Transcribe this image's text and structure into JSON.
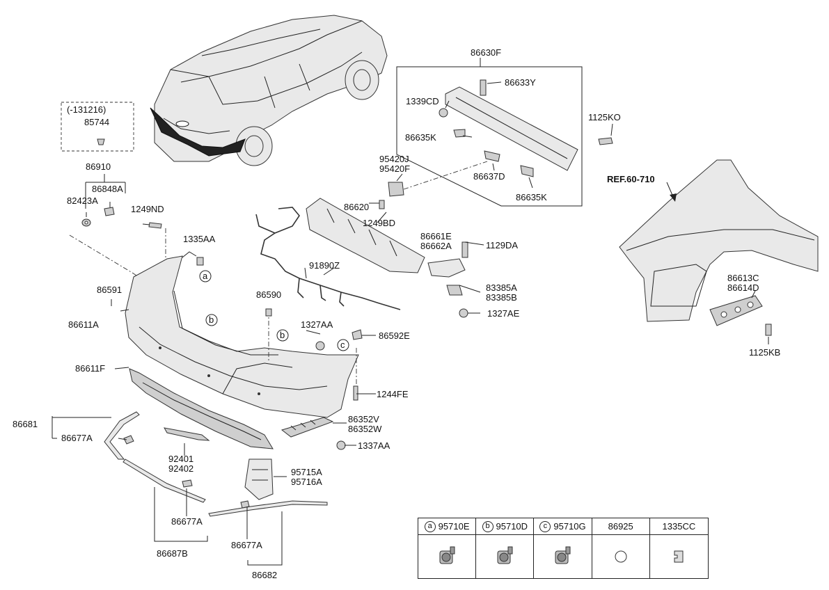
{
  "diagram": {
    "labels": {
      "p131216": "(-131216)",
      "p85744": "85744",
      "p86910": "86910",
      "p86848A": "86848A",
      "p82423A": "82423A",
      "p1249ND": "1249ND",
      "p1335AA": "1335AA",
      "p86591": "86591",
      "p86611A": "86611A",
      "p86611F": "86611F",
      "p86681": "86681",
      "p86677A_1": "86677A",
      "p92401": "92401",
      "p92402": "92402",
      "p86677A_2": "86677A",
      "p86687B": "86687B",
      "p86677A_3": "86677A",
      "p86682": "86682",
      "p86590": "86590",
      "p1327AA": "1327AA",
      "p86592E": "86592E",
      "p1244FE": "1244FE",
      "p86352V": "86352V",
      "p86352W": "86352W",
      "p1337AA": "1337AA",
      "p95715A": "95715A",
      "p95716A": "95716A",
      "p91890Z": "91890Z",
      "p86620": "86620",
      "p1249BD": "1249BD",
      "p95420J": "95420J",
      "p95420F": "95420F",
      "p86630F": "86630F",
      "p86633Y": "86633Y",
      "p1339CD": "1339CD",
      "p86635K_1": "86635K",
      "p86637D": "86637D",
      "p86635K_2": "86635K",
      "p1125KO": "1125KO",
      "p86661E": "86661E",
      "p86662A": "86662A",
      "p1129DA": "1129DA",
      "p83385A": "83385A",
      "p83385B": "83385B",
      "p1327AE": "1327AE",
      "pREF": "REF.60-710",
      "p86613C": "86613C",
      "p86614D": "86614D",
      "p1125KB": "1125KB",
      "callout_a": "a",
      "callout_b1": "b",
      "callout_b2": "b",
      "callout_c": "c"
    },
    "legend": [
      {
        "badge": "a",
        "code": "95710E"
      },
      {
        "badge": "b",
        "code": "95710D"
      },
      {
        "badge": "c",
        "code": "95710G"
      },
      {
        "badge": "",
        "code": "86925"
      },
      {
        "badge": "",
        "code": "1335CC"
      }
    ]
  }
}
